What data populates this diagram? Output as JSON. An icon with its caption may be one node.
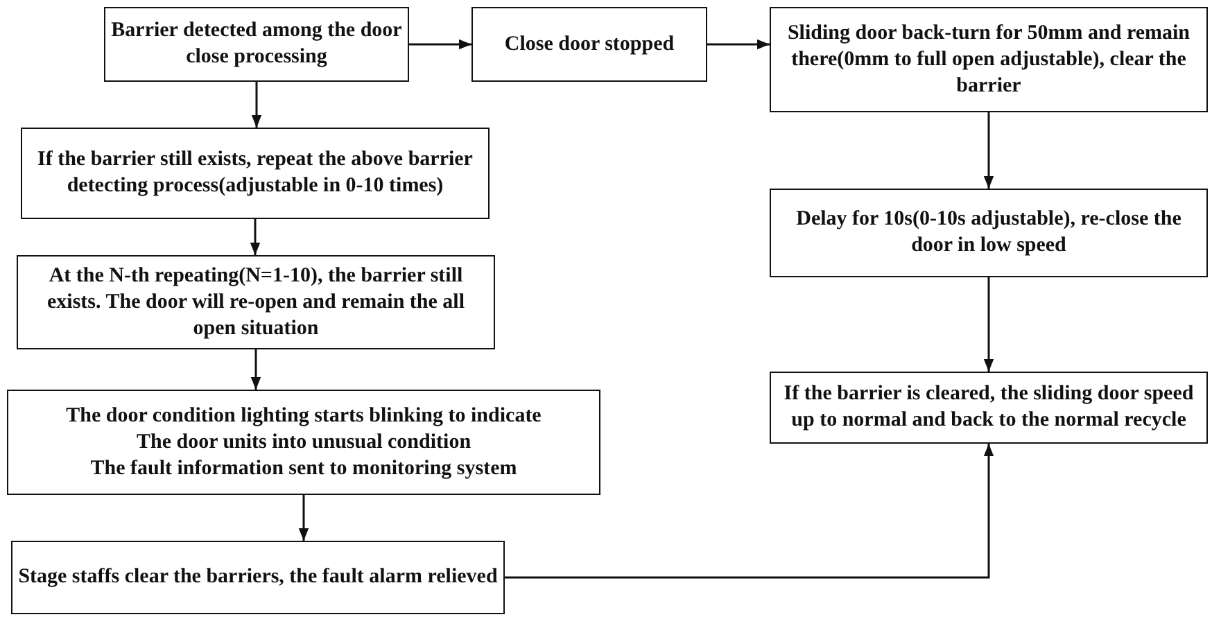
{
  "diagram": {
    "nodes": [
      {
        "text": [
          "Barrier detected among the door close processing"
        ]
      },
      {
        "text": [
          "Close door stopped"
        ]
      },
      {
        "text": [
          "Sliding door back-turn for 50mm and remain there(0mm to full open adjustable), clear the barrier"
        ]
      },
      {
        "text": [
          "If the barrier still exists, repeat the above barrier detecting process(adjustable in 0-10 times)"
        ]
      },
      {
        "text": [
          "At the N-th repeating(N=1-10), the barrier still exists. The door will re-open and remain the all open situation"
        ]
      },
      {
        "text": [
          "The door condition lighting starts blinking to indicate",
          "The door units into unusual condition",
          "The fault information sent to monitoring system"
        ]
      },
      {
        "text": [
          "Stage staffs clear the barriers, the fault alarm relieved"
        ]
      },
      {
        "text": [
          "Delay for 10s(0-10s adjustable), re-close the door in low speed"
        ]
      },
      {
        "text": [
          "If the barrier is cleared, the sliding door speed up to normal and back to the normal recycle"
        ]
      }
    ],
    "edges": [
      {
        "from": 0,
        "to": 1,
        "arrow": "to"
      },
      {
        "from": 1,
        "to": 2,
        "arrow": "to"
      },
      {
        "from": 0,
        "to": 3,
        "arrow": "to"
      },
      {
        "from": 3,
        "to": 4,
        "arrow": "to"
      },
      {
        "from": 4,
        "to": 5,
        "arrow": "to"
      },
      {
        "from": 5,
        "to": 6,
        "arrow": "to"
      },
      {
        "from": 2,
        "to": 7,
        "arrow": "to"
      },
      {
        "from": 7,
        "to": 8,
        "arrow": "to"
      },
      {
        "from": 6,
        "to": 8,
        "arrow": "to"
      }
    ]
  }
}
